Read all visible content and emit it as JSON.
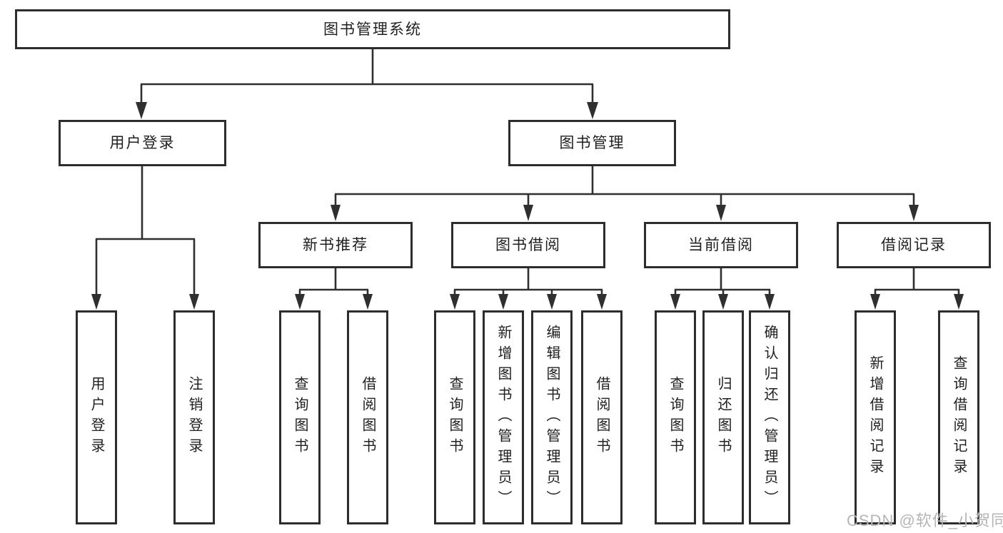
{
  "diagram_title": "图书管理系统",
  "tree": {
    "root": {
      "label": "图书管理系统"
    },
    "branches": [
      {
        "label": "用户登录",
        "children": [
          {
            "label": "用户登录"
          },
          {
            "label": "注销登录"
          }
        ]
      },
      {
        "label": "图书管理",
        "children": [
          {
            "label": "新书推荐",
            "children": [
              {
                "label": "查询图书"
              },
              {
                "label": "借阅图书"
              }
            ]
          },
          {
            "label": "图书借阅",
            "children": [
              {
                "label": "查询图书"
              },
              {
                "label": "新增图书（管理员）"
              },
              {
                "label": "编辑图书（管理员）"
              },
              {
                "label": "借阅图书"
              }
            ]
          },
          {
            "label": "当前借阅",
            "children": [
              {
                "label": "查询图书"
              },
              {
                "label": "归还图书"
              },
              {
                "label": "确认归还（管理员）"
              }
            ]
          },
          {
            "label": "借阅记录",
            "children": [
              {
                "label": "新增借阅记录"
              },
              {
                "label": "查询借阅记录"
              }
            ]
          }
        ]
      }
    ]
  },
  "watermark": "CSDN @软件_小贺同学",
  "colors": {
    "line": "#2f2f2f",
    "box_border": "#2d2d2d",
    "text": "#1f1f1f",
    "background": "#ffffff",
    "watermark": "#b5b5b5"
  }
}
